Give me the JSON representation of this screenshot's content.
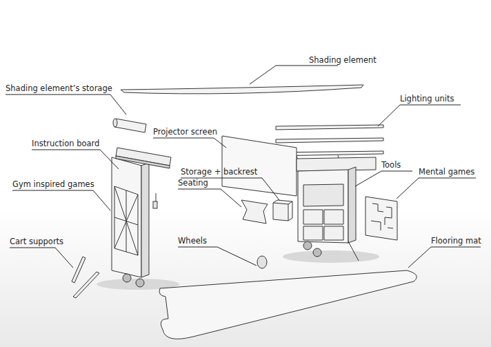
{
  "diagram": {
    "labels": [
      "Shading element",
      "Shading element’s storage",
      "Lighting units",
      "Projector screen",
      "Instruction board",
      "Storage + backrest",
      "Tools",
      "Mental games",
      "Gym inspired games",
      "Seating",
      "Cart supports",
      "Wheels",
      "Flooring mat"
    ]
  }
}
